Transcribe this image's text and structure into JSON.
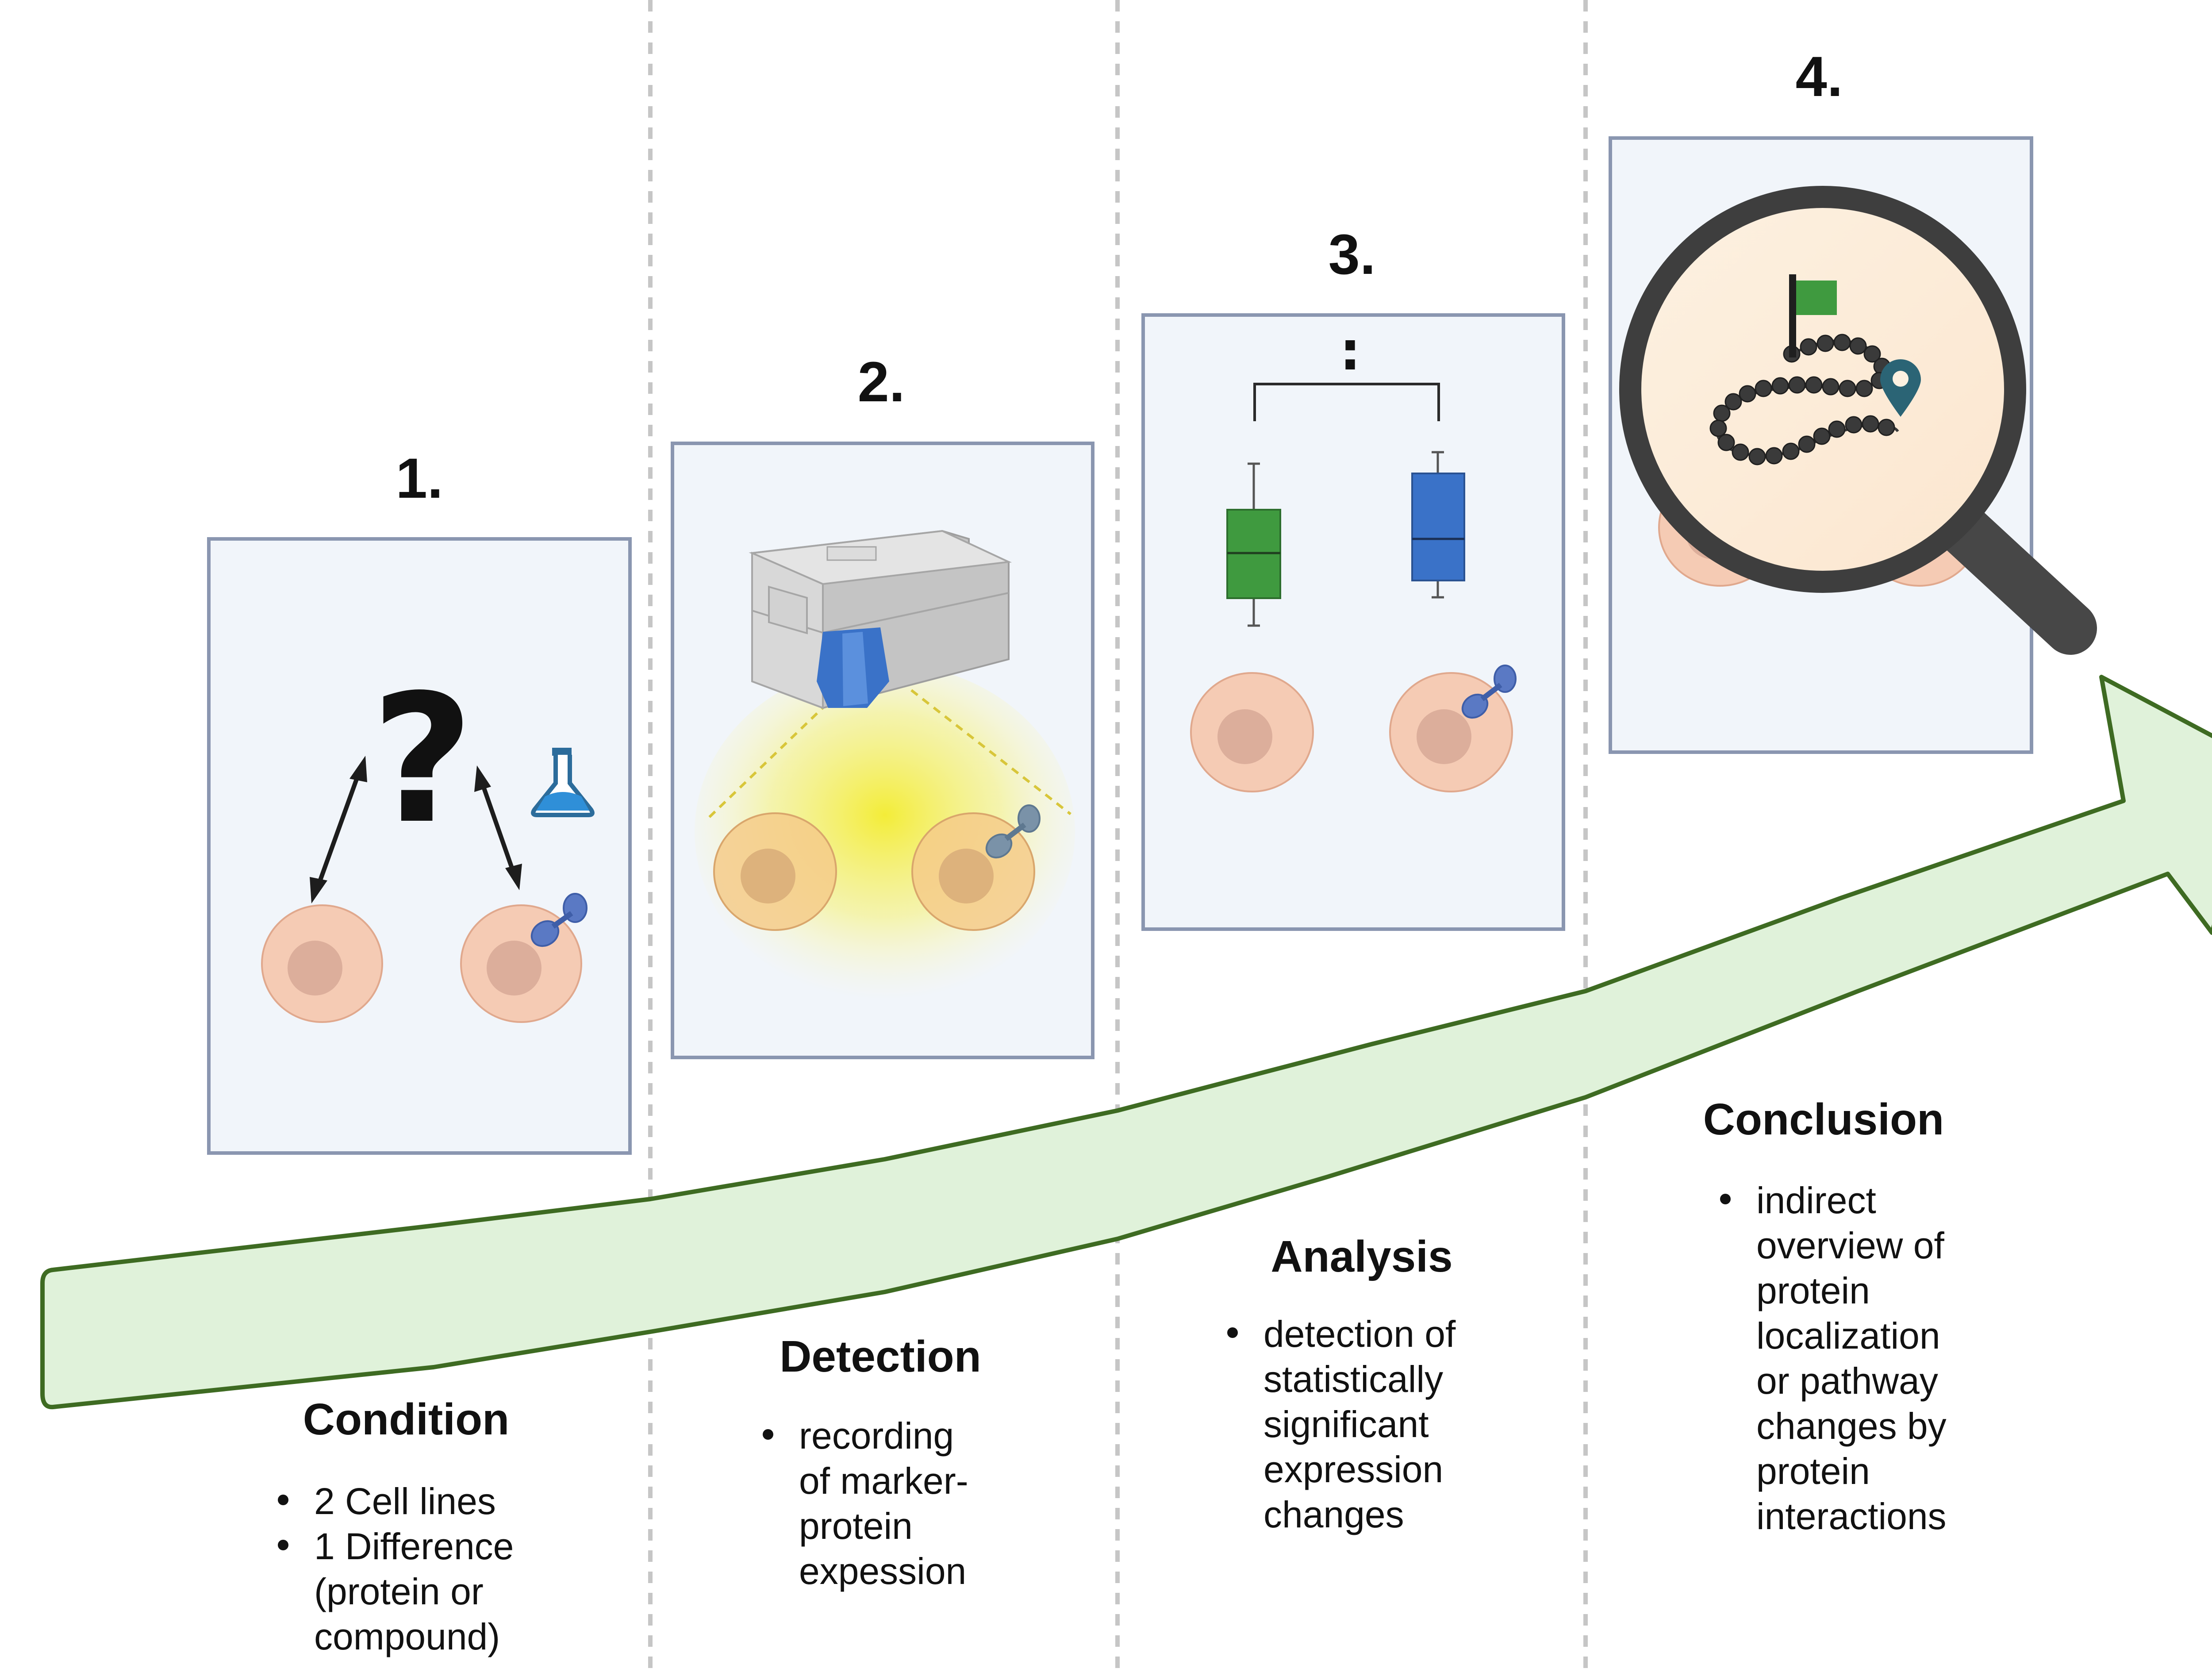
{
  "steps": [
    {
      "number": "1.",
      "heading": "Condition",
      "bullets": [
        "2 Cell lines",
        "1 Difference (protein or compound)"
      ]
    },
    {
      "number": "2.",
      "heading": "Detection",
      "bullets": [
        "recording of marker-protein expession"
      ]
    },
    {
      "number": "3.",
      "heading": "Analysis",
      "bullets": [
        "detection of statistically significant expression changes"
      ]
    },
    {
      "number": "4.",
      "heading": "Conclusion",
      "bullets": [
        "indirect overview of protein localization or pathway changes by protein interactions"
      ]
    }
  ],
  "panel1": {
    "question_mark": "?"
  },
  "panel3": {
    "significance_marker": ":"
  },
  "colors": {
    "panel_fill": "#f1f5fa",
    "panel_border": "#8a96b0",
    "arrow_fill": "#e0f2da",
    "arrow_stroke": "#3e6b22",
    "cell_fill": "#f5cbb4",
    "nucleus_fill": "#dcae9b",
    "protein_blue": "#5a79c4",
    "box_green": "#3f9a3f",
    "box_blue": "#3a72c8",
    "light_yellow": "#f7ee3a"
  }
}
